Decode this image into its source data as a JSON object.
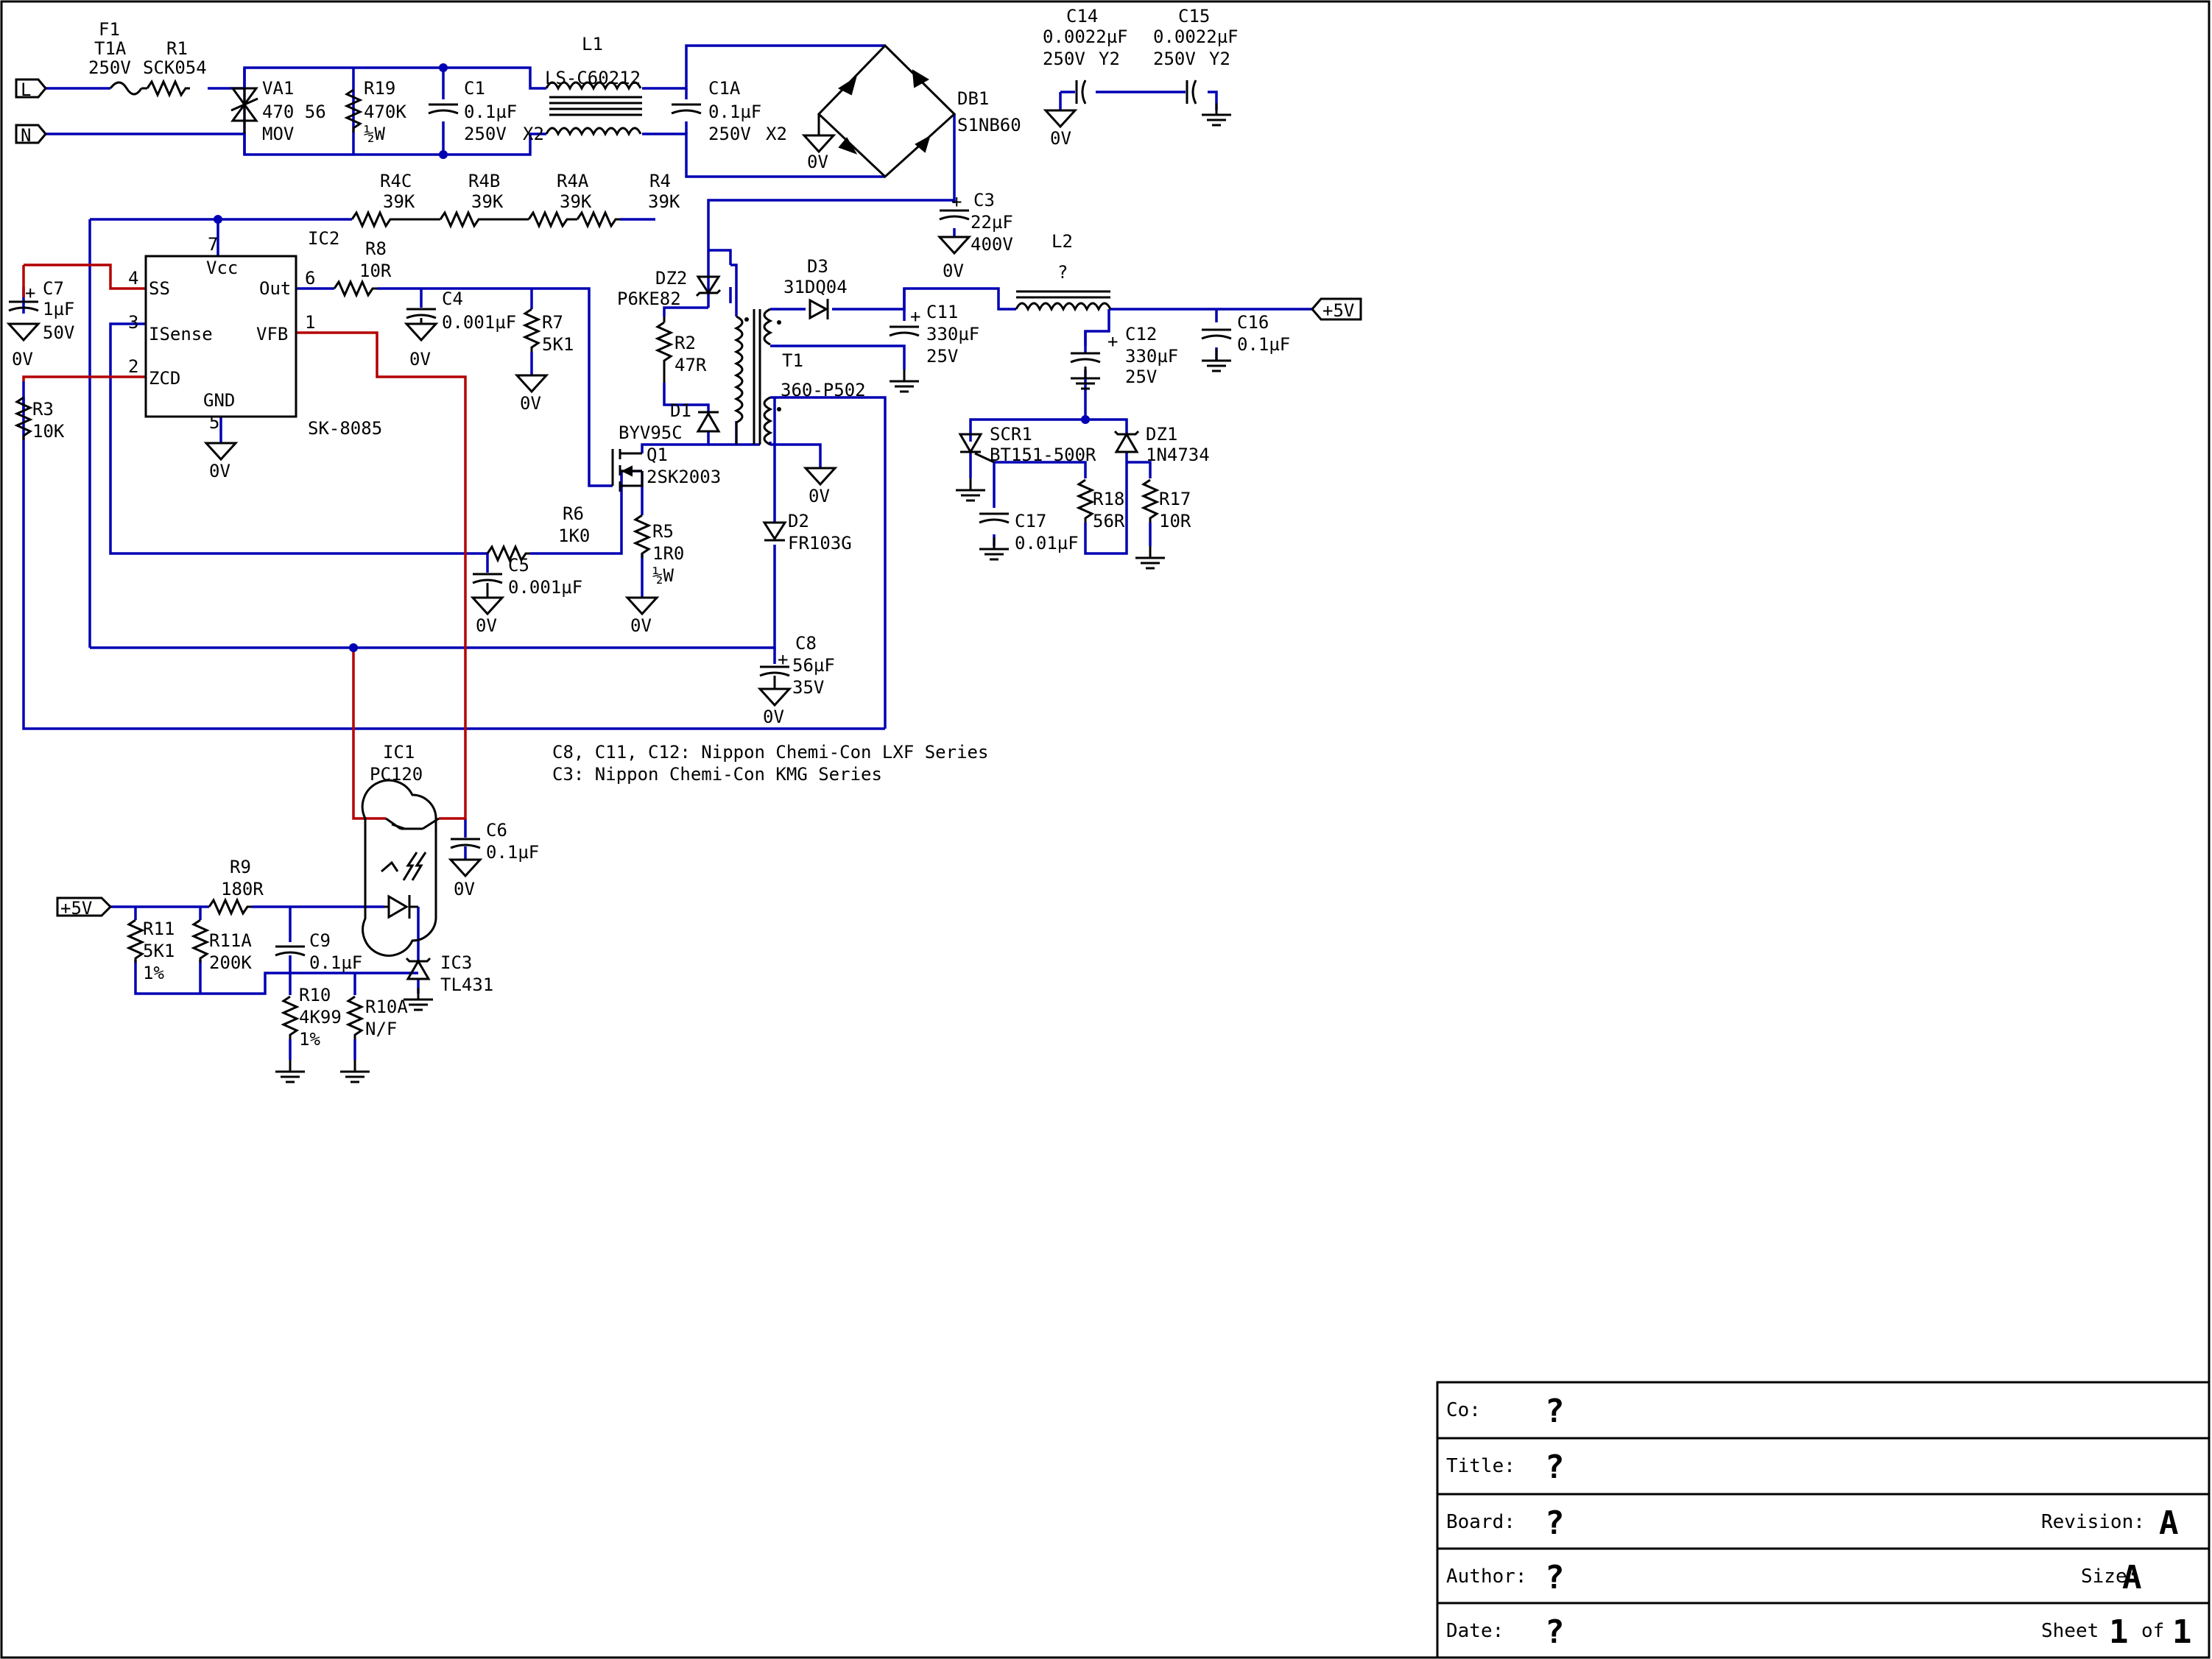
{
  "components": {
    "F1": {
      "ref": "F1",
      "l1": "T1A",
      "l2": "250V"
    },
    "R1": {
      "ref": "R1",
      "value": "SCK054"
    },
    "VA1": {
      "ref": "VA1",
      "l1": "470 56",
      "l2": "MOV"
    },
    "R19": {
      "ref": "R19",
      "l1": "470K",
      "l2": "½W"
    },
    "C1": {
      "ref": "C1",
      "l1": "0.1µF",
      "l2": "250V",
      "l3": "X2"
    },
    "L1": {
      "ref": "L1",
      "value": "LS-C60212"
    },
    "C1A": {
      "ref": "C1A",
      "l1": "0.1µF",
      "l2": "250V",
      "l3": "X2"
    },
    "DB1": {
      "ref": "DB1",
      "value": "S1NB60"
    },
    "C14": {
      "ref": "C14",
      "l1": "0.0022µF",
      "l2": "250V",
      "l3": "Y2"
    },
    "C15": {
      "ref": "C15",
      "l1": "0.0022µF",
      "l2": "250V",
      "l3": "Y2"
    },
    "R4C": {
      "ref": "R4C",
      "value": "39K"
    },
    "R4B": {
      "ref": "R4B",
      "value": "39K"
    },
    "R4A": {
      "ref": "R4A",
      "value": "39K"
    },
    "R4": {
      "ref": "R4",
      "value": "39K"
    },
    "C3": {
      "ref": "C3",
      "l1": "22µF",
      "l2": "400V"
    },
    "IC2": {
      "ref": "IC2",
      "value": "SK-8085",
      "pins": {
        "vcc": "Vcc",
        "ss": "SS",
        "out": "Out",
        "isense": "ISense",
        "vfb": "VFB",
        "zcd": "ZCD",
        "gnd": "GND"
      },
      "pin_nums": {
        "vcc": "7",
        "ss": "4",
        "out": "6",
        "isense": "3",
        "vfb": "1",
        "zcd": "2",
        "gnd": "5"
      }
    },
    "C7": {
      "ref": "C7",
      "l1": "1µF",
      "l2": "50V"
    },
    "R8": {
      "ref": "R8",
      "value": "10R"
    },
    "C4": {
      "ref": "C4",
      "value": "0.001µF"
    },
    "R7": {
      "ref": "R7",
      "value": "5K1"
    },
    "DZ2": {
      "ref": "DZ2",
      "value": "P6KE82"
    },
    "R2": {
      "ref": "R2",
      "value": "47R"
    },
    "D1": {
      "ref": "D1",
      "value": "BYV95C"
    },
    "D3": {
      "ref": "D3",
      "value": "31DQ04"
    },
    "T1": {
      "ref": "T1",
      "value": "360-P502"
    },
    "C11": {
      "ref": "C11",
      "l1": "330µF",
      "l2": "25V"
    },
    "L2": {
      "ref": "L2",
      "value": "?"
    },
    "C12": {
      "ref": "C12",
      "l1": "330µF",
      "l2": "25V"
    },
    "C16": {
      "ref": "C16",
      "value": "0.1µF"
    },
    "R3": {
      "ref": "R3",
      "value": "10K"
    },
    "Q1": {
      "ref": "Q1",
      "value": "2SK2003"
    },
    "R6": {
      "ref": "R6",
      "value": "1K0"
    },
    "C5": {
      "ref": "C5",
      "value": "0.001µF"
    },
    "R5": {
      "ref": "R5",
      "l1": "1R0",
      "l2": "½W"
    },
    "D2": {
      "ref": "D2",
      "value": "FR103G"
    },
    "C8": {
      "ref": "C8",
      "l1": "56µF",
      "l2": "35V"
    },
    "SCR1": {
      "ref": "SCR1",
      "value": "BT151-500R"
    },
    "DZ1": {
      "ref": "DZ1",
      "value": "1N4734"
    },
    "R18": {
      "ref": "R18",
      "value": "56R"
    },
    "R17": {
      "ref": "R17",
      "value": "10R"
    },
    "C17": {
      "ref": "C17",
      "value": "0.01µF"
    },
    "IC1": {
      "ref": "IC1",
      "value": "PC120"
    },
    "C6": {
      "ref": "C6",
      "value": "0.1µF"
    },
    "R9": {
      "ref": "R9",
      "value": "180R"
    },
    "R11": {
      "ref": "R11",
      "l1": "5K1",
      "l2": "1%"
    },
    "R11A": {
      "ref": "R11A",
      "value": "200K"
    },
    "C9": {
      "ref": "C9",
      "value": "0.1µF"
    },
    "R10": {
      "ref": "R10",
      "l1": "4K99",
      "l2": "1%"
    },
    "R10A": {
      "ref": "R10A",
      "value": "N/F"
    },
    "IC3": {
      "ref": "IC3",
      "value": "TL431"
    }
  },
  "ports": {
    "line": "L",
    "neutral": "N",
    "vout": "+5V",
    "vin_fb": "+5V"
  },
  "ground_label": "0V",
  "polarity_mark": "+",
  "notes": [
    "C8, C11, C12: Nippon Chemi-Con LXF Series",
    "C3: Nippon Chemi-Con KMG Series"
  ],
  "title_block": {
    "co_label": "Co:",
    "co_value": "?",
    "title_label": "Title:",
    "title_value": "?",
    "board_label": "Board:",
    "board_value": "?",
    "author_label": "Author:",
    "author_value": "?",
    "date_label": "Date:",
    "date_value": "?",
    "revision_label": "Revision:",
    "revision_value": "A",
    "size_label": "Size:",
    "size_value": "A",
    "sheet_label": "Sheet",
    "sheet_value": "1",
    "of_label": "of",
    "of_value": "1"
  },
  "colors": {
    "wire": "#0000b4",
    "feedback_wire": "#b40000",
    "symbol": "#000000"
  }
}
